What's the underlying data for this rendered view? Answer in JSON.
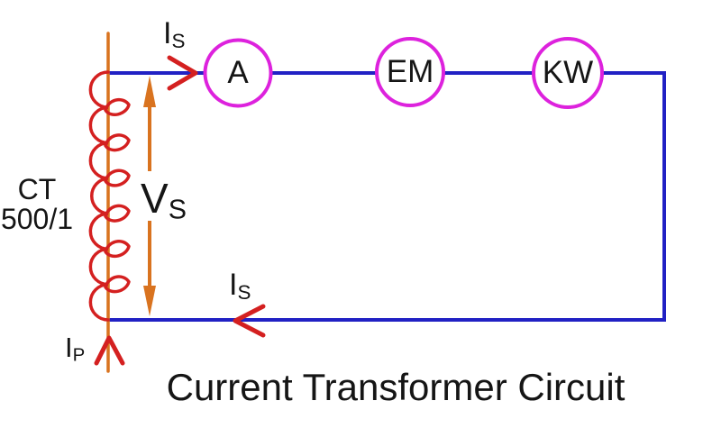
{
  "diagram": {
    "title": "Current Transformer Circuit",
    "ct": {
      "name": "CT",
      "ratio": "500/1"
    },
    "meters": [
      {
        "id": "ammeter",
        "label": "A"
      },
      {
        "id": "energy-meter",
        "label": "EM"
      },
      {
        "id": "kilowatt-meter",
        "label": "KW"
      }
    ],
    "currents": {
      "secondary_top": {
        "base": "I",
        "sub": "S"
      },
      "secondary_bottom": {
        "base": "I",
        "sub": "S"
      },
      "primary": {
        "base": "I",
        "sub": "P"
      }
    },
    "voltage": {
      "base": "V",
      "sub": "S"
    },
    "colors": {
      "wire_blue": "#2121c4",
      "meter_magenta": "#dd22dd",
      "coil_red": "#d42020",
      "primary_orange": "#d9731f",
      "text_black": "#151515"
    }
  }
}
